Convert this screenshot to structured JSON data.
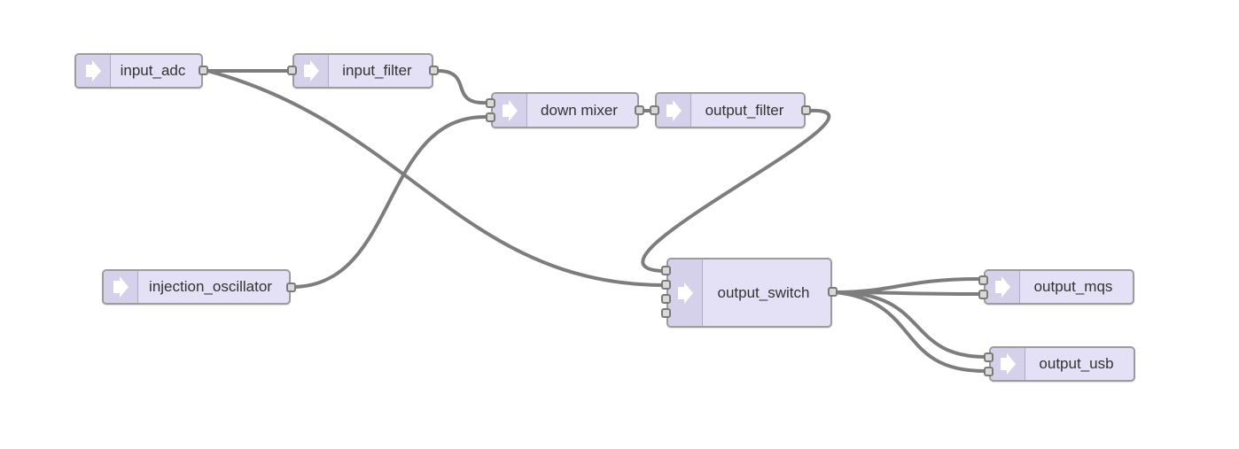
{
  "nodes": {
    "input_adc": {
      "label": "input_adc"
    },
    "input_filter": {
      "label": "input_filter"
    },
    "down_mixer": {
      "label": "down mixer"
    },
    "output_filter": {
      "label": "output_filter"
    },
    "injection_oscillator": {
      "label": "injection_oscillator"
    },
    "output_switch": {
      "label": "output_switch"
    },
    "output_mqs": {
      "label": "output_mqs"
    },
    "output_usb": {
      "label": "output_usb"
    }
  },
  "connections": [
    {
      "from": "input_adc",
      "to": "input_filter"
    },
    {
      "from": "input_adc",
      "to": "output_switch"
    },
    {
      "from": "input_filter",
      "to": "down_mixer"
    },
    {
      "from": "injection_oscillator",
      "to": "down_mixer"
    },
    {
      "from": "down_mixer",
      "to": "output_filter"
    },
    {
      "from": "output_filter",
      "to": "output_switch"
    },
    {
      "from": "output_switch",
      "to": "output_mqs"
    },
    {
      "from": "output_switch",
      "to": "output_mqs"
    },
    {
      "from": "output_switch",
      "to": "output_usb"
    },
    {
      "from": "output_switch",
      "to": "output_usb"
    }
  ],
  "colors": {
    "node_fill": "#e4e0f5",
    "node_border": "#9c9c9c",
    "wire": "#7d7d7d",
    "port": "#d9d9d9"
  },
  "icons": {
    "node_icon": "arrow-right-icon"
  }
}
